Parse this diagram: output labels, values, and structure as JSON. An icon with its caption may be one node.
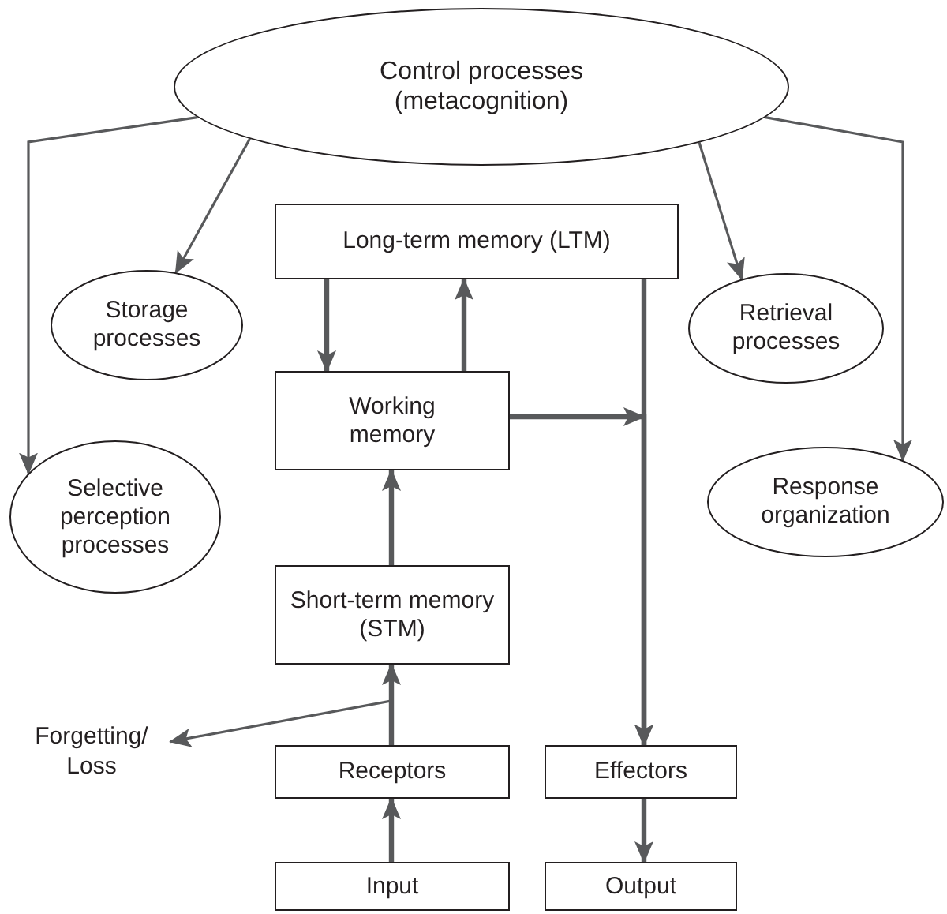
{
  "diagram": {
    "nodes": [
      {
        "text": [
          "Control processes (metacognition)"
        ]
      },
      {
        "text": [
          "Storage processes"
        ]
      },
      {
        "text": [
          "Long-term memory (LTM)"
        ]
      },
      {
        "text": [
          "Retrieval processes"
        ]
      },
      {
        "text": [
          "Working memory"
        ]
      },
      {
        "text": [
          "Selective perception processes"
        ]
      },
      {
        "text": [
          "Response organization"
        ]
      },
      {
        "text": [
          "Short-term memory (STM)"
        ]
      },
      {
        "text": [
          "Forgetting/ Loss"
        ]
      },
      {
        "text": [
          "Receptors"
        ]
      },
      {
        "text": [
          "Effectors"
        ]
      },
      {
        "text": [
          "Input"
        ]
      },
      {
        "text": [
          "Output"
        ]
      }
    ],
    "edges": [
      {
        "from": 0,
        "to": 1,
        "arrow": "to"
      },
      {
        "from": 0,
        "to": 5,
        "arrow": "to"
      },
      {
        "from": 0,
        "to": 3,
        "arrow": "to"
      },
      {
        "from": 0,
        "to": 6,
        "arrow": "to"
      },
      {
        "from": 2,
        "to": 4,
        "arrow": "to"
      },
      {
        "from": 4,
        "to": 2,
        "arrow": "to"
      },
      {
        "from": 4,
        "to": 10,
        "arrow": "to"
      },
      {
        "from": 2,
        "to": 10,
        "arrow": "to"
      },
      {
        "from": 7,
        "to": 4,
        "arrow": "to"
      },
      {
        "from": 9,
        "to": 7,
        "arrow": "to"
      },
      {
        "from": 9,
        "to": 8,
        "arrow": "to"
      },
      {
        "from": 11,
        "to": 9,
        "arrow": "to"
      },
      {
        "from": 10,
        "to": 12,
        "arrow": "to"
      }
    ]
  }
}
